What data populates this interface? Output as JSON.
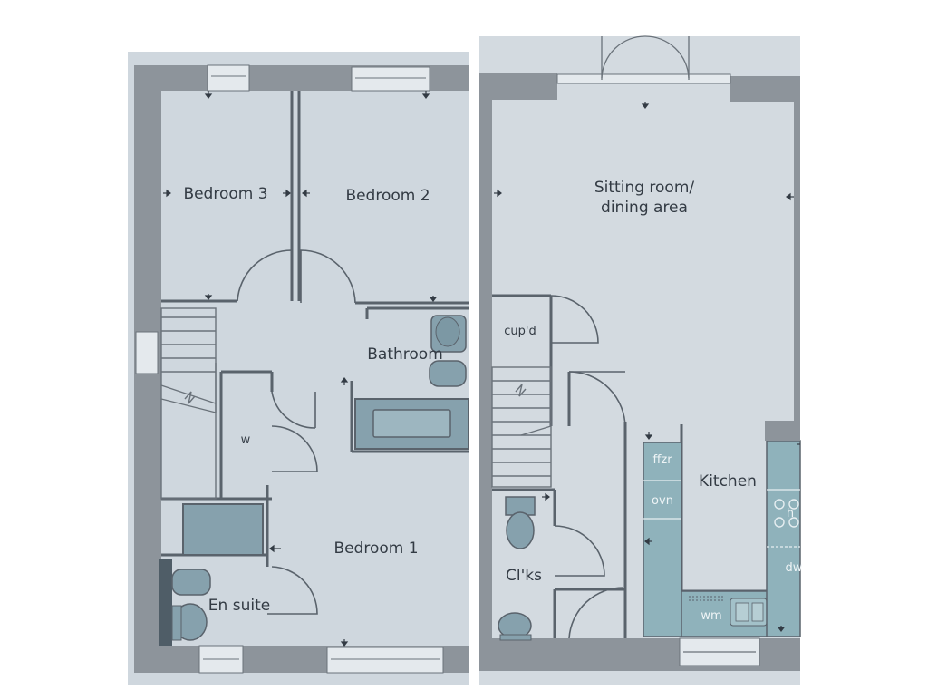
{
  "upper_floor": {
    "rooms": {
      "bedroom3": "Bedroom 3",
      "bedroom2": "Bedroom 2",
      "bathroom": "Bathroom",
      "wardrobe": "w",
      "bedroom1": "Bedroom 1",
      "ensuite": "En suite"
    }
  },
  "ground_floor": {
    "rooms": {
      "sitting_line1": "Sitting room/",
      "sitting_line2": "dining area",
      "cupboard": "cup'd",
      "kitchen": "Kitchen",
      "cloaks": "Cl'ks"
    },
    "appliances": {
      "fridge_freezer": "ffzr",
      "oven": "ovn",
      "hob": "h",
      "dishwasher": "dw",
      "washing_machine": "wm"
    }
  },
  "colors": {
    "paper": "#cfd7de",
    "wall": "#8d949b",
    "line": "#5a636c",
    "fixture": "#86a1ad",
    "kitchen_unit": "#8fb2bb"
  }
}
